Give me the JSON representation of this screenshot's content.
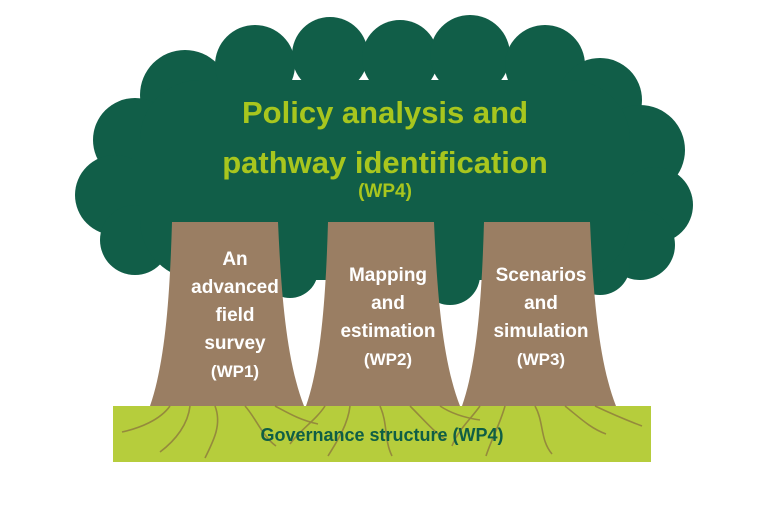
{
  "canopy": {
    "title_line1": "Policy analysis and",
    "title_line2": "pathway identification",
    "code": "(WP4)"
  },
  "trunks": [
    {
      "lines": [
        "An",
        "advanced",
        "field",
        "survey"
      ],
      "code": "(WP1)"
    },
    {
      "lines": [
        "Mapping",
        "and",
        "estimation"
      ],
      "code": "(WP2)"
    },
    {
      "lines": [
        "Scenarios",
        "and",
        "simulation"
      ],
      "code": "(WP3)"
    }
  ],
  "ground": {
    "label": "Governance structure (WP4)"
  },
  "colors": {
    "canopy": "#115e48",
    "canopy_text": "#a8c61e",
    "trunk": "#9a7e63",
    "trunk_text": "#ffffff",
    "ground": "#b6cd3c",
    "ground_text": "#0f5e45",
    "roots": "#8d7a3c"
  }
}
